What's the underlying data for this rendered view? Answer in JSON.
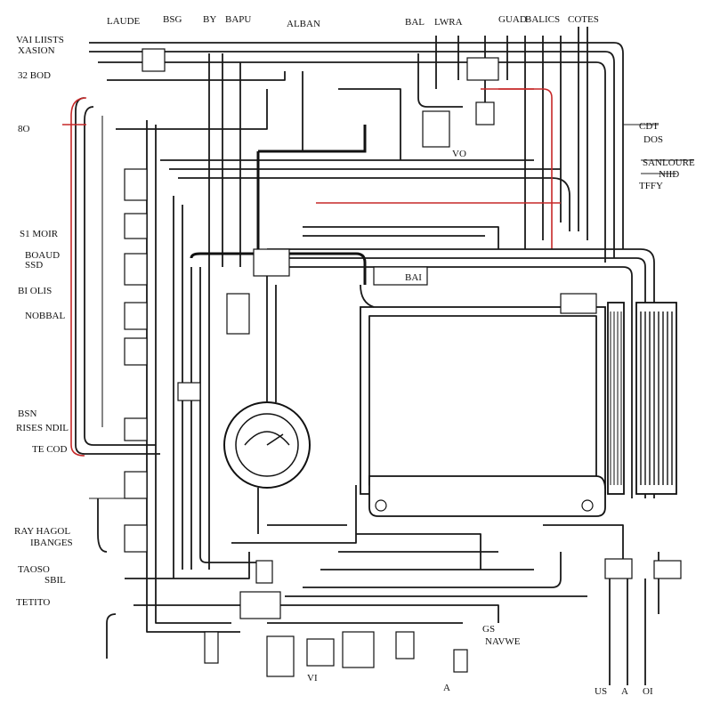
{
  "colors": {
    "wire": "#1a1a1a",
    "accent_wire": "#c62828",
    "background": "#ffffff"
  },
  "labels": {
    "top_1": "LAUDE",
    "top_2": "BSG",
    "top_3": "BY",
    "top_4": "BAPU",
    "top_5": "ALBAN",
    "top_6": "BAL",
    "top_7": "LWRA",
    "top_8": "GUAD",
    "top_9": "BALICS",
    "top_10": "COTES",
    "left_1": "VAI LIISTS",
    "left_2": "XASION",
    "left_3": "32 BOD",
    "left_4": "8O",
    "left_5": "S1 MOIR",
    "left_6": "BOAUD",
    "left_7": "SSD",
    "left_8": "BI OLIS",
    "left_9": "NOBBAL",
    "left_10": "BSN",
    "left_11": "RISES NDIL",
    "left_12": "TE COD",
    "left_13": "RAY HAGOL",
    "left_14": "IBANGES",
    "left_15": "TAOSO",
    "left_16": "SBIL",
    "left_17": "TETITO",
    "right_1": "CDT",
    "right_2": "DOS",
    "right_3": "SANLOURE",
    "right_4": "NIID",
    "right_5": "TFFY",
    "mid_1": "VO",
    "mid_2": "BAI",
    "bottom_1": "GS",
    "bottom_2": "NAVWE",
    "bottom_3": "US",
    "bottom_4": "A",
    "bottom_5": "OI",
    "bottom_6": "VI",
    "bottom_7": "A"
  }
}
